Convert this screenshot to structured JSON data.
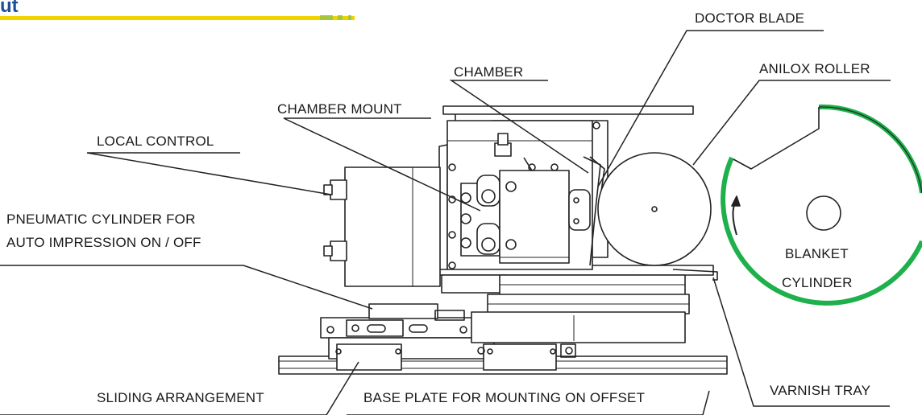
{
  "header": {
    "title_fragment": "ut"
  },
  "labels": {
    "doctor_blade": "DOCTOR BLADE",
    "chamber": "CHAMBER",
    "anilox_roller": "ANILOX ROLLER",
    "chamber_mount": "CHAMBER MOUNT",
    "local_control": "LOCAL CONTROL",
    "pneumatic_line1": "PNEUMATIC CYLINDER FOR",
    "pneumatic_line2": "AUTO IMPRESSION ON / OFF",
    "blanket_line1": "BLANKET",
    "blanket_line2": "CYLINDER",
    "sliding_arrangement": "SLIDING  ARRANGEMENT",
    "base_plate": "BASE PLATE FOR MOUNTING ON OFFSET",
    "varnish_tray": "VARNISH TRAY"
  },
  "colors": {
    "title_blue": "#1d4f9c",
    "bar_yellow": "#f2d200",
    "blanket_green": "#1db04b",
    "line": "#222222"
  }
}
